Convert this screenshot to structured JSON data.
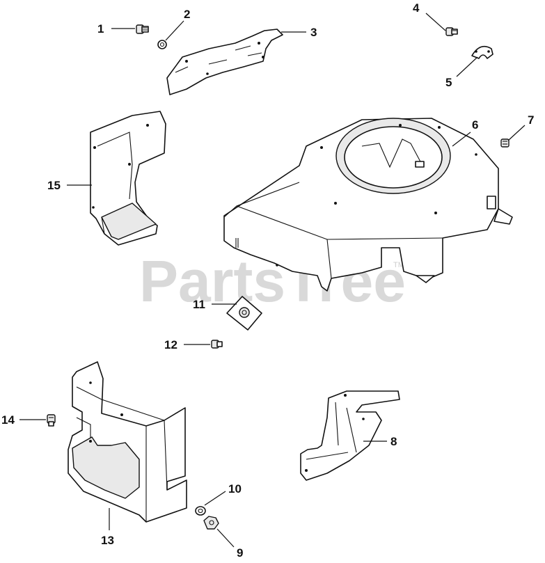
{
  "watermark": {
    "text": "PartsTree",
    "trademark": "TM"
  },
  "callouts": [
    {
      "id": "1",
      "label": "1"
    },
    {
      "id": "2",
      "label": "2"
    },
    {
      "id": "3",
      "label": "3"
    },
    {
      "id": "4",
      "label": "4"
    },
    {
      "id": "5",
      "label": "5"
    },
    {
      "id": "6",
      "label": "6"
    },
    {
      "id": "7",
      "label": "7"
    },
    {
      "id": "8",
      "label": "8"
    },
    {
      "id": "9",
      "label": "9"
    },
    {
      "id": "10",
      "label": "10"
    },
    {
      "id": "11",
      "label": "11"
    },
    {
      "id": "12",
      "label": "12"
    },
    {
      "id": "13",
      "label": "13"
    },
    {
      "id": "14",
      "label": "14"
    },
    {
      "id": "15",
      "label": "15"
    }
  ]
}
